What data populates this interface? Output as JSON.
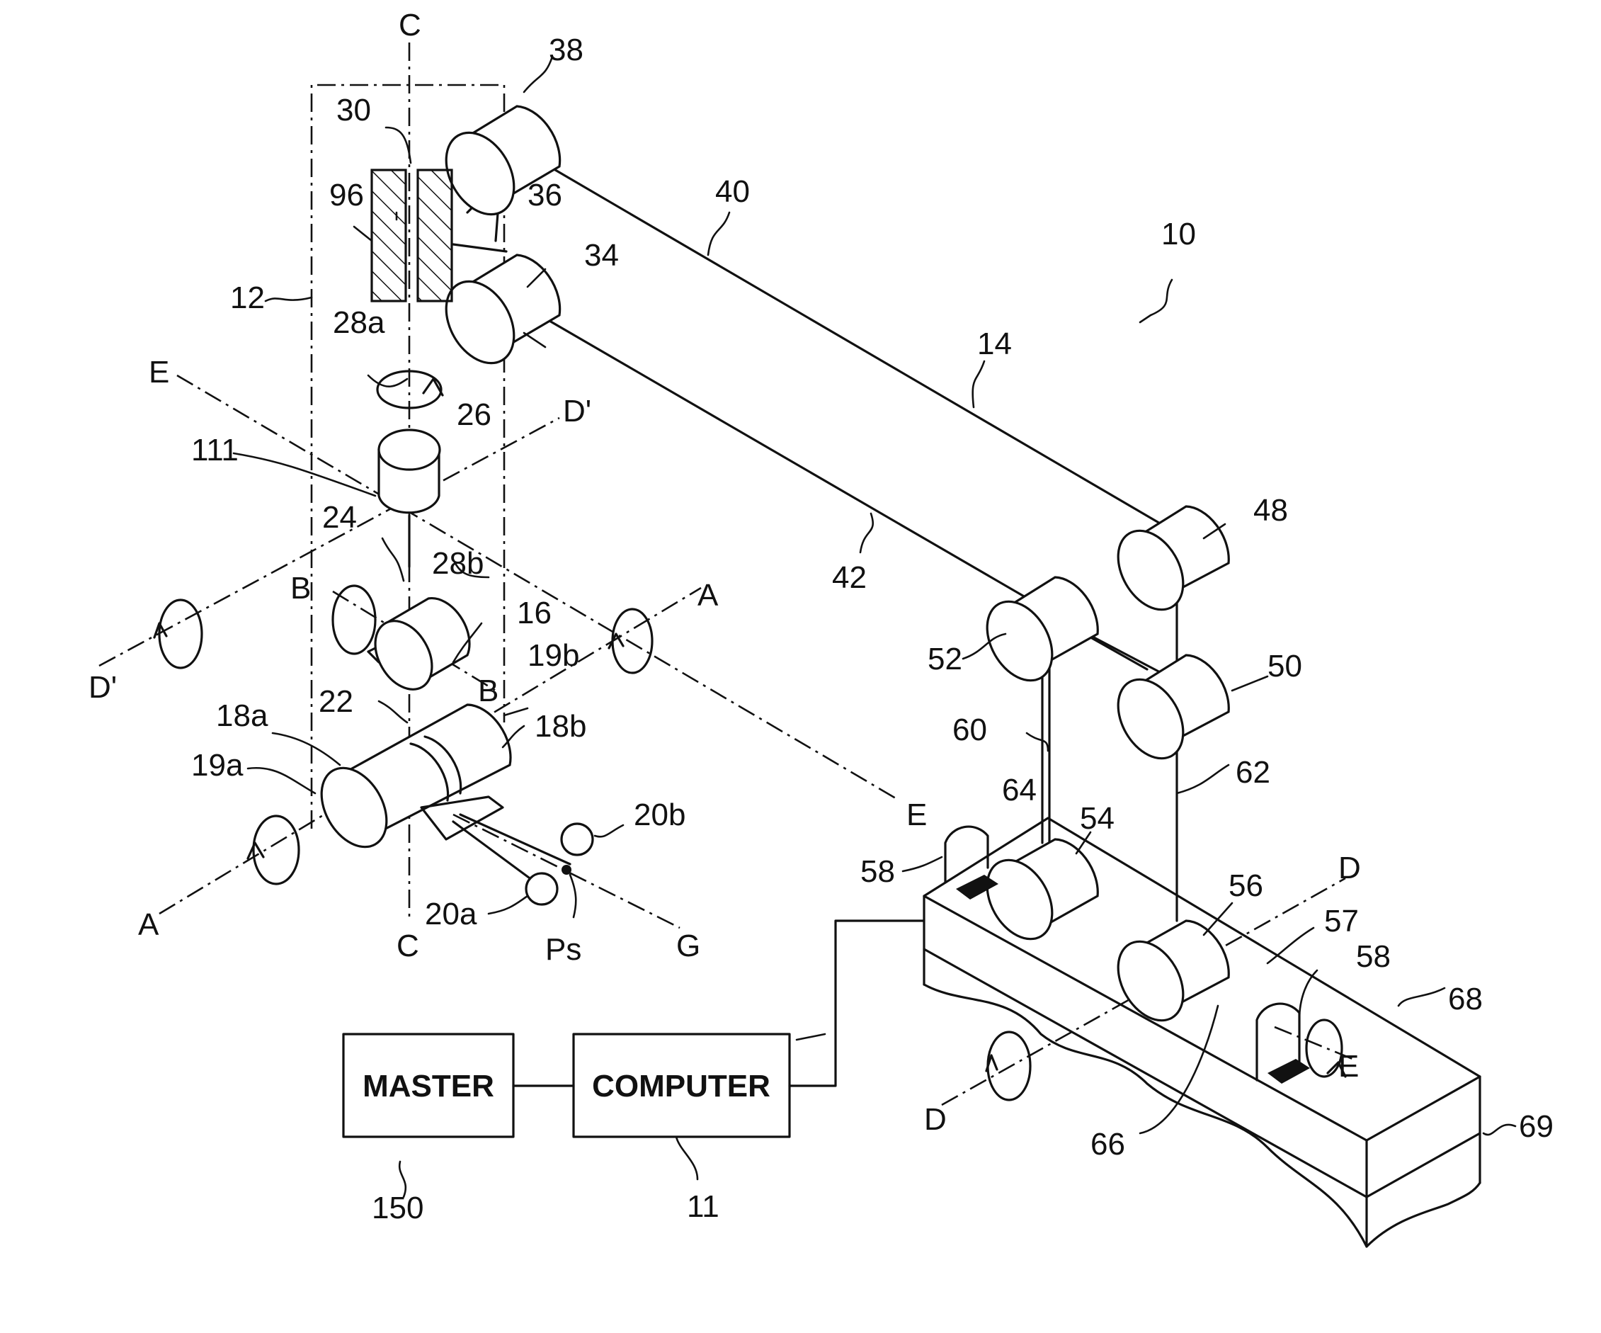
{
  "figure": {
    "blocks": {
      "master": "MASTER",
      "computer": "COMPUTER"
    },
    "labels": {
      "ref_10": "10",
      "ref_11": "11",
      "ref_12": "12",
      "ref_14": "14",
      "ref_16": "16",
      "ref_18a": "18a",
      "ref_18b": "18b",
      "ref_19a": "19a",
      "ref_19b": "19b",
      "ref_20a": "20a",
      "ref_20b": "20b",
      "ref_22": "22",
      "ref_24": "24",
      "ref_26": "26",
      "ref_28a": "28a",
      "ref_28b": "28b",
      "ref_30": "30",
      "ref_34": "34",
      "ref_36": "36",
      "ref_38": "38",
      "ref_40": "40",
      "ref_42": "42",
      "ref_48": "48",
      "ref_50": "50",
      "ref_52": "52",
      "ref_54": "54",
      "ref_56": "56",
      "ref_57": "57",
      "ref_58_left": "58",
      "ref_58_right": "58",
      "ref_60": "60",
      "ref_62": "62",
      "ref_64": "64",
      "ref_66": "66",
      "ref_68": "68",
      "ref_69": "69",
      "ref_96": "96",
      "ref_111": "111",
      "ref_150": "150",
      "ps": "Ps"
    },
    "axes": {
      "a_left": "A",
      "a_right": "A",
      "b_left": "B",
      "b_right": "B",
      "c_top": "C",
      "c_bottom": "C",
      "d_left": "D",
      "d_right": "D",
      "dp_left": "D'",
      "dp_right": "D'",
      "e_top": "E",
      "e_mid": "E",
      "e_right": "E",
      "g": "G"
    }
  }
}
